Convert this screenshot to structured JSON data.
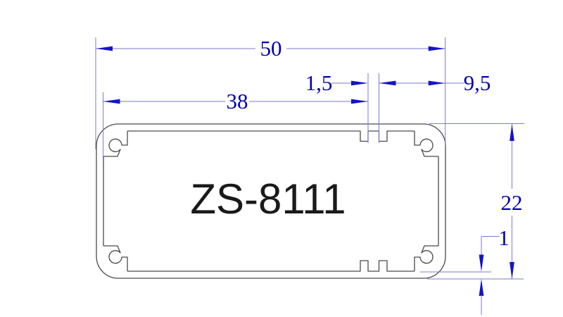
{
  "drawing": {
    "model_label": "ZS-8111",
    "dimensions": {
      "overall_width": "50",
      "inner_width_to_slot": "38",
      "slot_width": "1,5",
      "slot_to_edge": "9,5",
      "overall_height": "22",
      "wall_thickness": "1"
    },
    "colors": {
      "background": "#ffffff",
      "dim_line": "#7b7bcd",
      "dim_accent": "#1414c8",
      "dim_text": "#0000b4",
      "outline": "#4a4a4a",
      "title": "#1a1a1a"
    }
  }
}
